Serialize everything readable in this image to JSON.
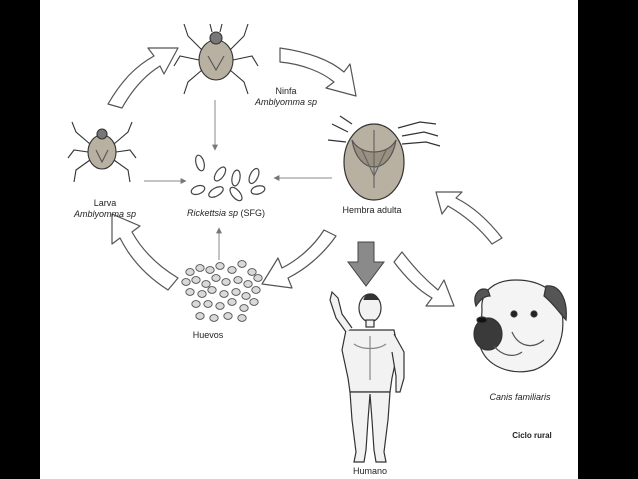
{
  "colors": {
    "background": "#000000",
    "panel": "#ffffff",
    "outline": "#555555",
    "arrow_fill": "#ffffff",
    "down_arrow_fill": "#888888",
    "tick_body": "#b8b0a0",
    "egg_fill": "#d9d9d9"
  },
  "labels": {
    "nymph_name": "Ninfa",
    "nymph_species": "Amblyomma sp",
    "larva_name": "Larva",
    "larva_species": "Amblyomma sp",
    "adult_female": "Hembra adulta",
    "rickettsia_species": "Rickettsia sp",
    "rickettsia_group": "(SFG)",
    "eggs": "Huevos",
    "human": "Humano",
    "dog": "Canis familiaris",
    "cycle": "Ciclo rural"
  },
  "icons": [
    "larva-tick-icon",
    "nymph-tick-icon",
    "adult-female-tick-icon",
    "rickettsia-bacteria-icon",
    "eggs-cluster-icon",
    "human-figure-icon",
    "dog-head-icon"
  ]
}
